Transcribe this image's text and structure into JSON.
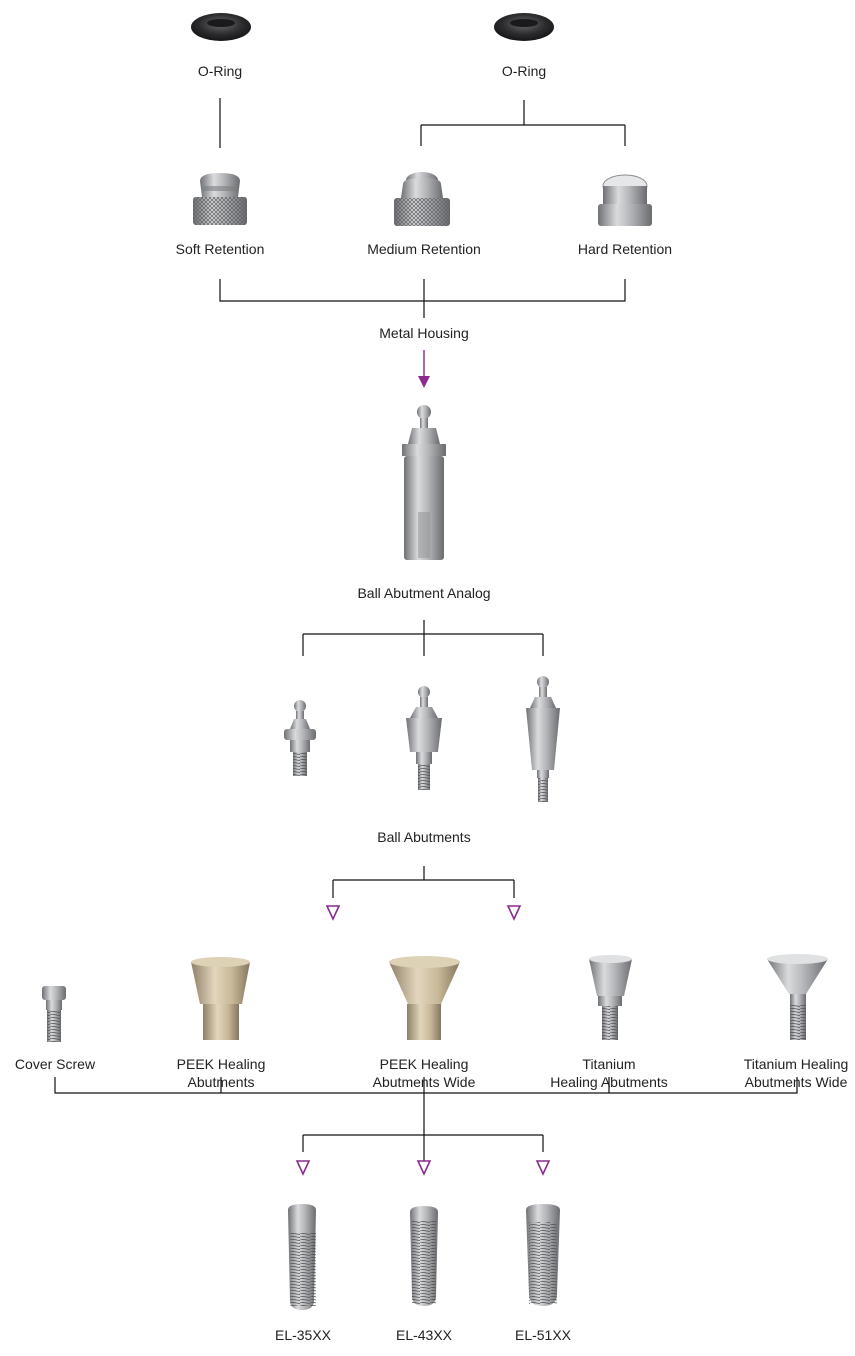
{
  "labels": {
    "o_ring_left": "O-Ring",
    "o_ring_right": "O-Ring",
    "soft_retention": "Soft Retention",
    "medium_retention": "Medium Retention",
    "hard_retention": "Hard Retention",
    "metal_housing": "Metal Housing",
    "ball_abutment_analog": "Ball Abutment Analog",
    "ball_abutments": "Ball Abutments",
    "cover_screw": "Cover Screw",
    "peek_healing_line1": "PEEK Healing",
    "peek_healing_line2": "Abutments",
    "peek_wide_line1": "PEEK Healing",
    "peek_wide_line2": "Abutments Wide",
    "titanium_line1": "Titanium",
    "titanium_line2": "Healing Abutments",
    "titanium_wide_line1": "Titanium Healing",
    "titanium_wide_line2": "Abutments Wide",
    "el_35": "EL-35XX",
    "el_43": "EL-43XX",
    "el_51": "EL-51XX"
  },
  "colors": {
    "connector": "#111111",
    "arrow": "#8b2a8f",
    "metal": "#a8aaad",
    "peek": "#c9b99a",
    "o_ring": "#2b2b2d"
  },
  "icons": {
    "o_ring": "o-ring-icon",
    "retention_cap": "retention-cap-icon",
    "analog": "ball-analog-icon",
    "ball_abutment": "ball-abutment-icon",
    "healing_abutment": "healing-abutment-icon",
    "implant": "implant-icon"
  }
}
